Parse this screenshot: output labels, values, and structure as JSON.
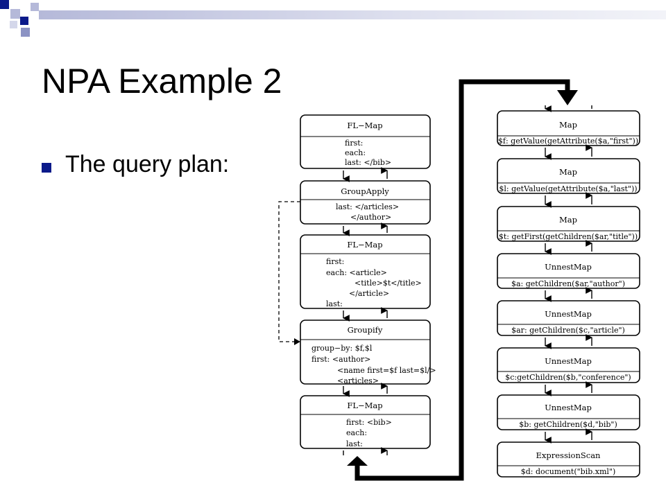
{
  "slide": {
    "title": "NPA Example 2",
    "bullet": "The query plan:"
  },
  "colors": {
    "accent": "#0b1a8a",
    "accent_light": "#8c93c4",
    "header_bar": "#b5b9d9"
  },
  "left_column": [
    {
      "title": "FL−Map",
      "lines": [
        "first:",
        "each:",
        "last:  </bib>"
      ]
    },
    {
      "title": "GroupApply",
      "lines": [
        "last:    </articles>",
        "</author>"
      ]
    },
    {
      "title": "FL−Map",
      "lines": [
        "first:",
        "each:   <article>",
        "<title>$t</title>",
        "</article>",
        "last:"
      ]
    },
    {
      "title": "Groupify",
      "lines": [
        "group−by: $f,$l",
        "first:  <author>",
        "<name first=$f last=$l/>",
        "<articles>"
      ]
    },
    {
      "title": "FL−Map",
      "lines": [
        "first: <bib>",
        "each:",
        "last:"
      ]
    }
  ],
  "right_column": [
    {
      "title": "Map",
      "line": "$f: getValue(getAttribute($a,\"first\"))"
    },
    {
      "title": "Map",
      "line": "$l: getValue(getAttribute($a,\"last\"))"
    },
    {
      "title": "Map",
      "line": "$t: getFirst(getChildren($ar,\"title\"))"
    },
    {
      "title": "UnnestMap",
      "line": "$a: getChildren($ar,\"author\")"
    },
    {
      "title": "UnnestMap",
      "line": "$ar: getChildren($c,\"article\")"
    },
    {
      "title": "UnnestMap",
      "line": "$c:getChildren($b,\"conference\")"
    },
    {
      "title": "UnnestMap",
      "line": "$b:  getChildren($d,\"bib\")"
    },
    {
      "title": "ExpressionScan",
      "line": "$d:  document(\"bib.xml\")"
    }
  ]
}
